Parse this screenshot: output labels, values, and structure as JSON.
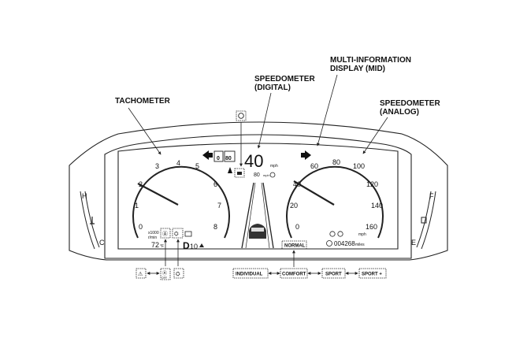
{
  "callouts": {
    "tachometer": [
      "TACHOMETER"
    ],
    "speedometer_digital": [
      "SPEEDOMETER",
      "(DIGITAL)"
    ],
    "mid": [
      "MULTI-INFORMATION",
      "DISPLAY (MID)"
    ],
    "speedometer_analog": [
      "SPEEDOMETER",
      "(ANALOG)"
    ]
  },
  "tachometer": {
    "ticks": [
      "0",
      "1",
      "2",
      "3",
      "4",
      "5",
      "6",
      "7",
      "8"
    ],
    "unit_line1": "x1000",
    "unit_line2": "r/min"
  },
  "speedometer": {
    "ticks": [
      "0",
      "20",
      "40",
      "60",
      "80",
      "100",
      "120",
      "140",
      "160"
    ],
    "unit": "mph"
  },
  "temperature_gauge": {
    "high": "H",
    "low": "C"
  },
  "fuel_gauge": {
    "full": "F",
    "empty": "E"
  },
  "digital": {
    "speed": "40",
    "speed_unit": "mph",
    "set_speed": "80",
    "set_speed_unit": "mph"
  },
  "speed_limit": {
    "value1": "0",
    "value2": "80"
  },
  "status": {
    "outside_temp": "72",
    "outside_temp_unit": "°F",
    "gear": "D",
    "gear_number": "10",
    "odometer": "004268",
    "odometer_unit": "miles"
  },
  "drive_modes": {
    "current": "NORMAL",
    "items": [
      "INDIVIDUAL",
      "COMFORT",
      "SPORT",
      "SPORT +"
    ]
  },
  "indicators": {
    "off_label": "OFF"
  },
  "colors": {
    "line": "#222222",
    "background": "#ffffff"
  },
  "icons": [
    "turn-signal-left-icon",
    "turn-signal-right-icon",
    "car-icon",
    "hold-icon",
    "lane-keep-icon",
    "adaptive-cruise-icon",
    "auto-stop-icon",
    "brake-hold-icon",
    "battery-icon",
    "tpms-icon",
    "low-beam-icon",
    "fuel-pump-icon",
    "coolant-temp-icon",
    "steering-icon",
    "lkas-icon"
  ]
}
